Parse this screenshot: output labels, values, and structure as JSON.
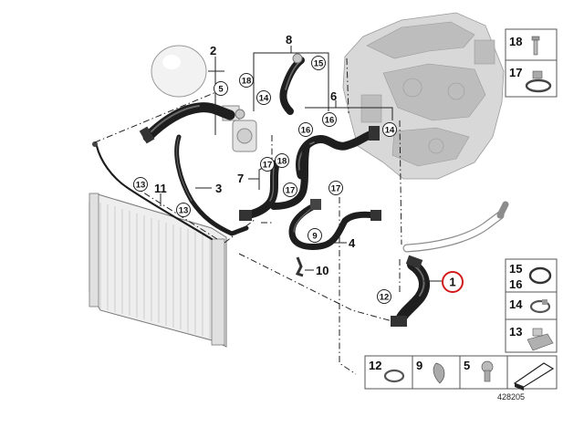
{
  "diagram": {
    "callouts": {
      "c1": "1",
      "c2": "2",
      "c3": "3",
      "c4": "4",
      "c5": "5",
      "c6": "6",
      "c7": "7",
      "c8": "8",
      "c9": "9",
      "c10": "10",
      "c11": "11",
      "c12": "12",
      "c13a": "13",
      "c13b": "13",
      "c14a": "14",
      "c14b": "14",
      "c15": "15",
      "c16a": "16",
      "c16b": "16",
      "c17a": "17",
      "c17b": "17",
      "c17c": "17",
      "c18a": "18",
      "c18b": "18"
    },
    "legend": {
      "n18": "18",
      "n17": "17",
      "n15": "15",
      "n16": "16",
      "n14": "14",
      "n13": "13",
      "n12": "12",
      "n9": "9",
      "n5": "5"
    },
    "figure_id": "428205"
  }
}
